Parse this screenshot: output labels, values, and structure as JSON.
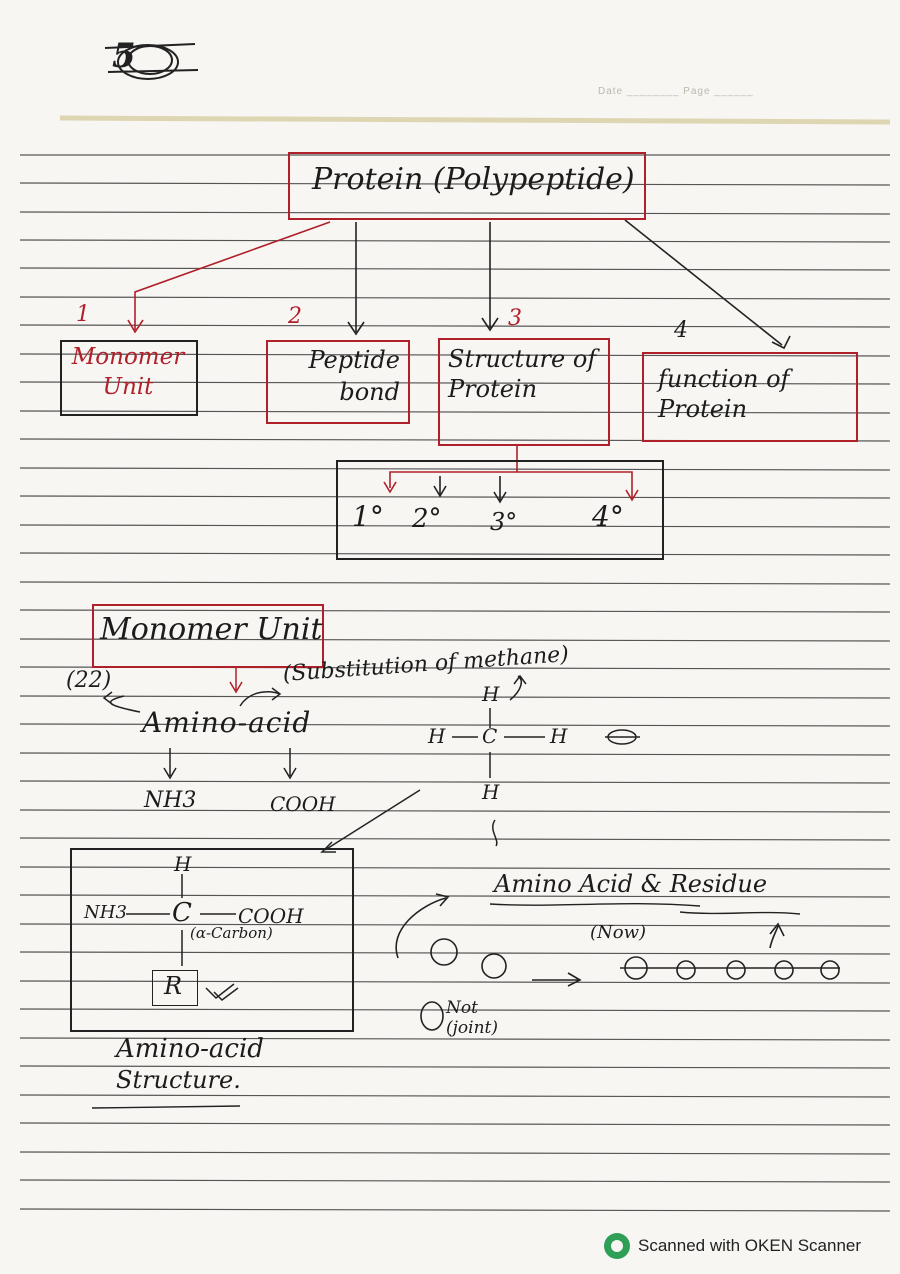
{
  "page_number": "5",
  "date_page_label": "Date ________  Page ______",
  "title": "Protein (Polypeptide)",
  "branches": [
    {
      "number": "1",
      "label": "Monomer Unit"
    },
    {
      "number": "2",
      "label": "Peptide bond"
    },
    {
      "number": "3",
      "label": "Structure of Protein"
    },
    {
      "number": "4",
      "label": "function of Protein"
    }
  ],
  "structure_levels": [
    "1°",
    "2°",
    "3°",
    "4°"
  ],
  "section_heading": "Monomer Unit",
  "count_note": "(22)",
  "substitution_note": "(Substitution of methane)",
  "amino_acid": "Amino-acid",
  "nh3": "NH3",
  "cooh": "COOH",
  "methane": {
    "top": "H",
    "left": "H",
    "center": "C",
    "right": "H",
    "bottom": "H"
  },
  "structure_formula": {
    "h": "H",
    "left": "NH3",
    "center": "C",
    "right": "COOH",
    "alpha": "(α-Carbon)",
    "r": "R"
  },
  "structure_caption_1": "Amino-acid",
  "structure_caption_2": "Structure.",
  "residue_note": "Amino Acid & Residue",
  "now_note": "(Now)",
  "not_joint": "Not (joint)",
  "footer": "Scanned with OKEN Scanner"
}
